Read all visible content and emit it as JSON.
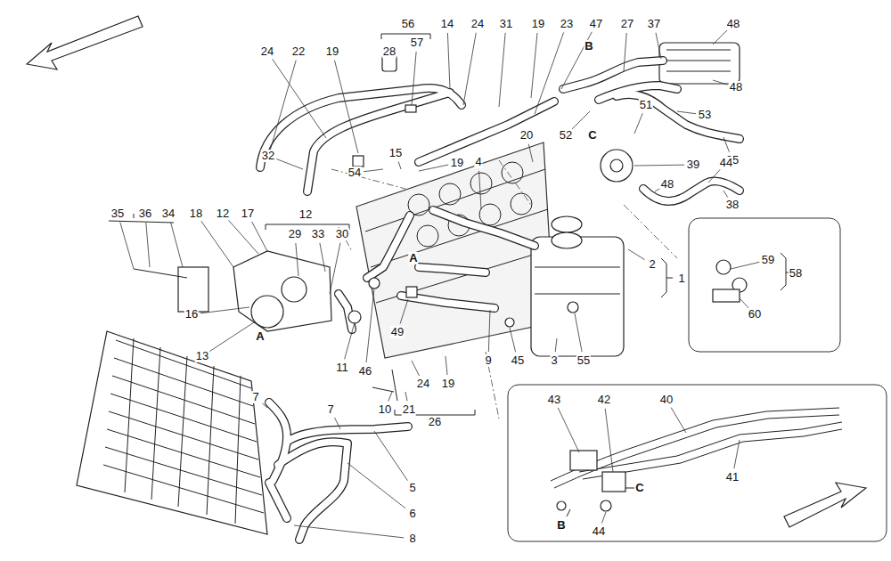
{
  "diagram": {
    "labels": [
      "56",
      "14",
      "24",
      "31",
      "19",
      "23",
      "47",
      "27",
      "37",
      "48",
      "57",
      "28",
      "24",
      "22",
      "19",
      "B",
      "48",
      "51",
      "53",
      "20",
      "52",
      "C",
      "25",
      "39",
      "44",
      "15",
      "32",
      "4",
      "19",
      "54",
      "48",
      "38",
      "35",
      "36",
      "34",
      "18",
      "12",
      "17",
      "12",
      "29",
      "33",
      "30",
      "2",
      "1",
      "59",
      "58",
      "60",
      "A",
      "A",
      "16",
      "13",
      "49",
      "11",
      "46",
      "9",
      "45",
      "3",
      "55",
      "7",
      "7",
      "10",
      "21",
      "24",
      "19",
      "26",
      "5",
      "6",
      "8",
      "43",
      "42",
      "40",
      "41",
      "C",
      "B",
      "44"
    ]
  }
}
